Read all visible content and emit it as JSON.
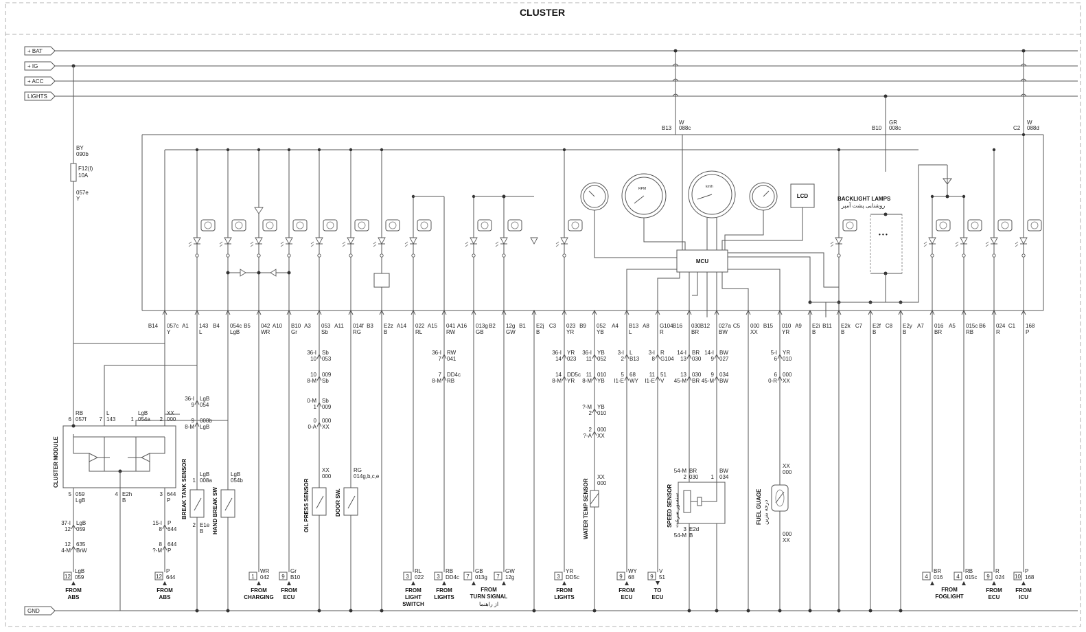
{
  "title": "CLUSTER",
  "rails": [
    "+ BAT",
    "+ IG",
    "+ ACC",
    "LIGHTS"
  ],
  "gnd_label": "GND",
  "top_connectors": [
    {
      "pin": "B13",
      "wire": "088c",
      "color": "W"
    },
    {
      "pin": "B10",
      "wire": "008c",
      "color": "GR"
    },
    {
      "pin": "C2",
      "wire": "088d",
      "color": "W"
    }
  ],
  "fuse": {
    "in_color": "BY",
    "in_wire": "090b",
    "name": "F12(I)",
    "rating": "10A",
    "out_wire": "057e",
    "out_color": "Y"
  },
  "mcu_label": "MCU",
  "lcd_label": "LCD",
  "backlight": {
    "title": "BACKLIGHT LAMPS",
    "subtitle": "روشنایی پشت آمپر"
  },
  "bottom_pins": [
    {
      "pin": "B14",
      "wire": "057c",
      "color": "Y"
    },
    {
      "pin": "A1",
      "wire": "143",
      "color": "L"
    },
    {
      "pin": "B4",
      "wire": "054c",
      "color": "LgB"
    },
    {
      "pin": "B5",
      "wire": "042",
      "color": "WR"
    },
    {
      "pin": "A10",
      "wire": "B10",
      "color": "Gr"
    },
    {
      "pin": "A3",
      "wire": "053",
      "color": "Sb"
    },
    {
      "pin": "A11",
      "wire": "014f",
      "color": "RG"
    },
    {
      "pin": "B3",
      "wire": "E2z",
      "color": "B"
    },
    {
      "pin": "A14",
      "wire": "022",
      "color": "RL"
    },
    {
      "pin": "A15",
      "wire": "041",
      "color": "RW"
    },
    {
      "pin": "A16",
      "wire": "013g",
      "color": "GB"
    },
    {
      "pin": "B2",
      "wire": "12g",
      "color": "GW"
    },
    {
      "pin": "B1",
      "wire": "E2j",
      "color": "B"
    },
    {
      "pin": "C3",
      "wire": "023",
      "color": "YR"
    },
    {
      "pin": "B9",
      "wire": "052",
      "color": "YB"
    },
    {
      "pin": "A4",
      "wire": "B13",
      "color": "L"
    },
    {
      "pin": "A8",
      "wire": "G104",
      "color": "R"
    },
    {
      "pin": "B16",
      "wire": "030",
      "color": "BR"
    },
    {
      "pin": "B12",
      "wire": "027a",
      "color": "BW"
    },
    {
      "pin": "C5",
      "wire": "000",
      "color": "XX"
    },
    {
      "pin": "B15",
      "wire": "010",
      "color": "YR"
    },
    {
      "pin": "A9",
      "wire": "E2i",
      "color": "B"
    },
    {
      "pin": "B11",
      "wire": "E2k",
      "color": "B"
    },
    {
      "pin": "C7",
      "wire": "E2f",
      "color": "B"
    },
    {
      "pin": "C8",
      "wire": "E2y",
      "color": "B"
    },
    {
      "pin": "A7",
      "wire": "016",
      "color": "BR"
    },
    {
      "pin": "A5",
      "wire": "015c",
      "color": "RB"
    },
    {
      "pin": "B6",
      "wire": "024",
      "color": "R"
    },
    {
      "pin": "C1",
      "wire": "168",
      "color": "P"
    }
  ],
  "splices": [
    {
      "a1": "36-I",
      "a2": "Sb",
      "b1": "10",
      "b2": "053"
    },
    {
      "a1": "10",
      "a2": "009",
      "b1": "8-M",
      "b2": "Sb"
    },
    {
      "a1": "0-M",
      "a2": "Sb",
      "b1": "1",
      "b2": "009"
    },
    {
      "a1": "0",
      "a2": "000",
      "b1": "0-A",
      "b2": "XX"
    },
    {
      "a1": "36-I",
      "a2": "RW",
      "b1": "7",
      "b2": "041"
    },
    {
      "a1": "7",
      "a2": "DD4c",
      "b1": "8-M",
      "b2": "RB"
    },
    {
      "a1": "36-I",
      "a2": "YR",
      "b1": "14",
      "b2": "023"
    },
    {
      "a1": "14",
      "a2": "DD5c",
      "b1": "8-M",
      "b2": "YR"
    },
    {
      "a1": "36-I",
      "a2": "YB",
      "b1": "11",
      "b2": "052"
    },
    {
      "a1": "11",
      "a2": "010",
      "b1": "8-M",
      "b2": "YB"
    },
    {
      "a1": "?-M",
      "a2": "YB",
      "b1": "2",
      "b2": "010"
    },
    {
      "a1": "2",
      "a2": "000",
      "b1": "?-A",
      "b2": "XX"
    },
    {
      "a1": "3-I",
      "a2": "L",
      "b1": "2",
      "b2": "B13"
    },
    {
      "a1": "5",
      "a2": "68",
      "b1": "I1-E",
      "b2": "WY"
    },
    {
      "a1": "3-I",
      "a2": "R",
      "b1": "8",
      "b2": "G104"
    },
    {
      "a1": "11",
      "a2": "51",
      "b1": "I1-E",
      "b2": "V"
    },
    {
      "a1": "14-I",
      "a2": "BR",
      "b1": "13",
      "b2": "030"
    },
    {
      "a1": "13",
      "a2": "030",
      "b1": "45-M",
      "b2": "BR"
    },
    {
      "a1": "14-I",
      "a2": "BW",
      "b1": "9",
      "b2": "027"
    },
    {
      "a1": "9",
      "a2": "034",
      "b1": "45-M",
      "b2": "BW"
    },
    {
      "a1": "5-I",
      "a2": "YR",
      "b1": "6",
      "b2": "010"
    },
    {
      "a1": "6",
      "a2": "000",
      "b1": "0-R",
      "b2": "XX"
    },
    {
      "a1": "36-I",
      "a2": "LgB",
      "b1": "9",
      "b2": "054"
    },
    {
      "a1": "9",
      "a2": "008b",
      "b1": "8-M",
      "b2": "LgB"
    },
    {
      "a1": "37-I",
      "a2": "LgB",
      "b1": "12",
      "b2": "059"
    },
    {
      "a1": "12",
      "a2": "635",
      "b1": "4-M",
      "b2": "BrW"
    },
    {
      "a1": "15-I",
      "a2": "P",
      "b1": "8",
      "b2": "644"
    },
    {
      "a1": "8",
      "a2": "644",
      "b1": "?-M",
      "b2": "P"
    }
  ],
  "cluster_module": {
    "label": "CLUSTER MODULE",
    "top_pins": [
      {
        "pin": "6",
        "wire": "057f",
        "color": "RB"
      },
      {
        "pin": "7",
        "wire": "143",
        "color": "L"
      },
      {
        "pin": "1",
        "wire": "054a",
        "color": "LgB"
      },
      {
        "pin": "2",
        "wire": "000",
        "color": "XX"
      }
    ],
    "bottom_pins": [
      {
        "pin": "5",
        "wire": "059",
        "color": "LgB"
      },
      {
        "pin": "4",
        "wire": "E2h",
        "color": "B"
      },
      {
        "pin": "3",
        "wire": "644",
        "color": "P"
      }
    ]
  },
  "components": [
    {
      "label": "BREAK TANK SENSOR",
      "p1": "1",
      "w1": "008a",
      "c1": "LgB",
      "p2": "2",
      "w2": "E1e",
      "c2": "B"
    },
    {
      "label": "HAND BREAK SW",
      "p1": "",
      "w1": "054b",
      "c1": "LgB",
      "p2": "",
      "w2": "",
      "c2": ""
    },
    {
      "label": "OIL PRESS SENSOR",
      "p1": "",
      "w1": "000",
      "c1": "XX",
      "p2": "",
      "w2": "",
      "c2": ""
    },
    {
      "label": "DOOR SW.",
      "p1": "",
      "w1": "014g,b,c,e",
      "c1": "RG",
      "p2": "",
      "w2": "",
      "c2": ""
    },
    {
      "label": "WATER TEMP SENSOR",
      "p1": "",
      "w1": "000",
      "c1": "XX",
      "p2": "",
      "w2": "",
      "c2": ""
    },
    {
      "label": "SPEED SENSOR",
      "sub": "سنسور سرعت",
      "p1": "2",
      "w1": "030",
      "c1": "BR",
      "pm": "54-M",
      "p3": "1",
      "w3": "034",
      "c3": "BW",
      "p2": "3",
      "w2": "E2d",
      "c2": "B",
      "pm2": "54-M"
    },
    {
      "label": "FUEL GUAGE",
      "sub": "درجه بنزین",
      "p1": "",
      "w1": "000",
      "c1": "XX",
      "p2": "",
      "w2": "000",
      "c2": "XX"
    }
  ],
  "terminals": [
    {
      "num": "12",
      "wire": "059",
      "color": "LgB",
      "label": [
        "FROM",
        "ABS"
      ]
    },
    {
      "num": "12",
      "wire": "644",
      "color": "P",
      "label": [
        "FROM",
        "ABS"
      ]
    },
    {
      "num": "1",
      "wire": "042",
      "color": "WR",
      "label": [
        "FROM",
        "CHARGING"
      ]
    },
    {
      "num": "9",
      "wire": "B10",
      "color": "Gr",
      "label": [
        "FROM",
        "ECU"
      ]
    },
    {
      "num": "3",
      "wire": "022",
      "color": "RL",
      "label": [
        "FROM",
        "LIGHT",
        "SWITCH"
      ]
    },
    {
      "num": "3",
      "wire": "DD4c",
      "color": "RB",
      "label": [
        "FROM",
        "LIGHTS"
      ]
    },
    {
      "num": "7",
      "wire": "013g",
      "color": "GB",
      "label": []
    },
    {
      "num": "7",
      "wire": "12g",
      "color": "GW",
      "label": []
    },
    {
      "num": "3",
      "wire": "DD5c",
      "color": "YR",
      "label": [
        "FROM",
        "LIGHTS"
      ]
    },
    {
      "num": "9",
      "wire": "68",
      "color": "WY",
      "label": [
        "FROM",
        "ECU"
      ]
    },
    {
      "num": "9",
      "wire": "51",
      "color": "V",
      "label": [
        "TO",
        "ECU"
      ]
    },
    {
      "num": "4",
      "wire": "016",
      "color": "BR",
      "label": []
    },
    {
      "num": "4",
      "wire": "015c",
      "color": "RB",
      "label": []
    },
    {
      "num": "9",
      "wire": "024",
      "color": "R",
      "label": [
        "FROM",
        "ECU"
      ]
    },
    {
      "num": "10",
      "wire": "168",
      "color": "P",
      "label": [
        "FROM",
        "ICU"
      ]
    }
  ],
  "group_labels": [
    {
      "lines": [
        "FROM",
        "TURN SIGNAL",
        "از راهنما"
      ]
    },
    {
      "lines": [
        "FROM",
        "FOGLIGHT"
      ]
    }
  ],
  "icons": [
    "abs-icon",
    "brake-warning-icon",
    "battery-icon",
    "engine-check-icon",
    "oil-pressure-icon",
    "door-open-icon",
    "airbag-icon",
    "high-beam-icon",
    "turn-left-icon",
    "turn-right-icon",
    "low-beam-icon",
    "temp-gauge-icon",
    "rpm-gauge-icon",
    "speedometer-icon",
    "fuel-gauge-icon",
    "fuel-low-icon",
    "rear-fog-icon",
    "front-fog-icon",
    "coolant-temp-icon",
    "immobilizer-icon"
  ]
}
